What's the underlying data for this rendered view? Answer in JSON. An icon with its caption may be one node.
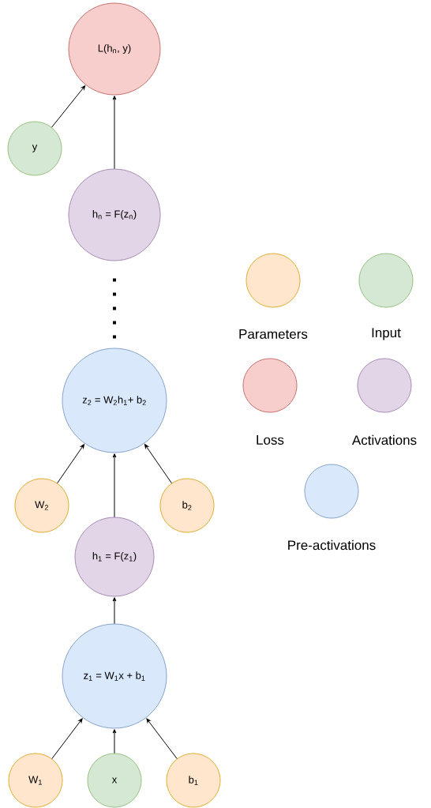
{
  "diagram": {
    "nodes": [
      {
        "text": [
          "L(h$_{n}$, y)"
        ]
      },
      {
        "text": [
          "y"
        ]
      },
      {
        "text": [
          "h$_{n}$ = F(z$_{n}$)"
        ]
      },
      {
        "text": [
          "z$_{2}$ = W$_{2}$h$_{1}$+ b$_{2}$"
        ]
      },
      {
        "text": [
          "W$_{2}$"
        ]
      },
      {
        "text": [
          "b$_{2}$"
        ]
      },
      {
        "text": [
          "h$_{1}$ = F(z$_{1}$)"
        ]
      },
      {
        "text": [
          "z$_{1}$ = W$_{1}$x + b$_{1}$"
        ]
      },
      {
        "text": [
          "W$_{1}$"
        ]
      },
      {
        "text": [
          "x"
        ]
      },
      {
        "text": [
          "b$_{1}$"
        ]
      }
    ],
    "edges": [
      {
        "from": 1,
        "to": 0,
        "arrow": "to"
      },
      {
        "from": 2,
        "to": 0,
        "arrow": "to"
      },
      {
        "from": 3,
        "to": 2,
        "arrow": "none",
        "style": "dashed"
      },
      {
        "from": 4,
        "to": 3,
        "arrow": "to"
      },
      {
        "from": 6,
        "to": 3,
        "arrow": "to"
      },
      {
        "from": 5,
        "to": 3,
        "arrow": "to"
      },
      {
        "from": 7,
        "to": 6,
        "arrow": "to"
      },
      {
        "from": 8,
        "to": 7,
        "arrow": "to"
      },
      {
        "from": 9,
        "to": 7,
        "arrow": "to"
      },
      {
        "from": 10,
        "to": 7,
        "arrow": "to"
      }
    ],
    "legend": [
      {
        "text": "Parameters",
        "color": "#ffe6cc"
      },
      {
        "text": "Input",
        "color": "#d5e8d4"
      },
      {
        "text": "Loss",
        "color": "#f8cecc"
      },
      {
        "text": "Activations",
        "color": "#e1d5e7"
      },
      {
        "text": "Pre-activations",
        "color": "#dae8fc"
      }
    ]
  }
}
